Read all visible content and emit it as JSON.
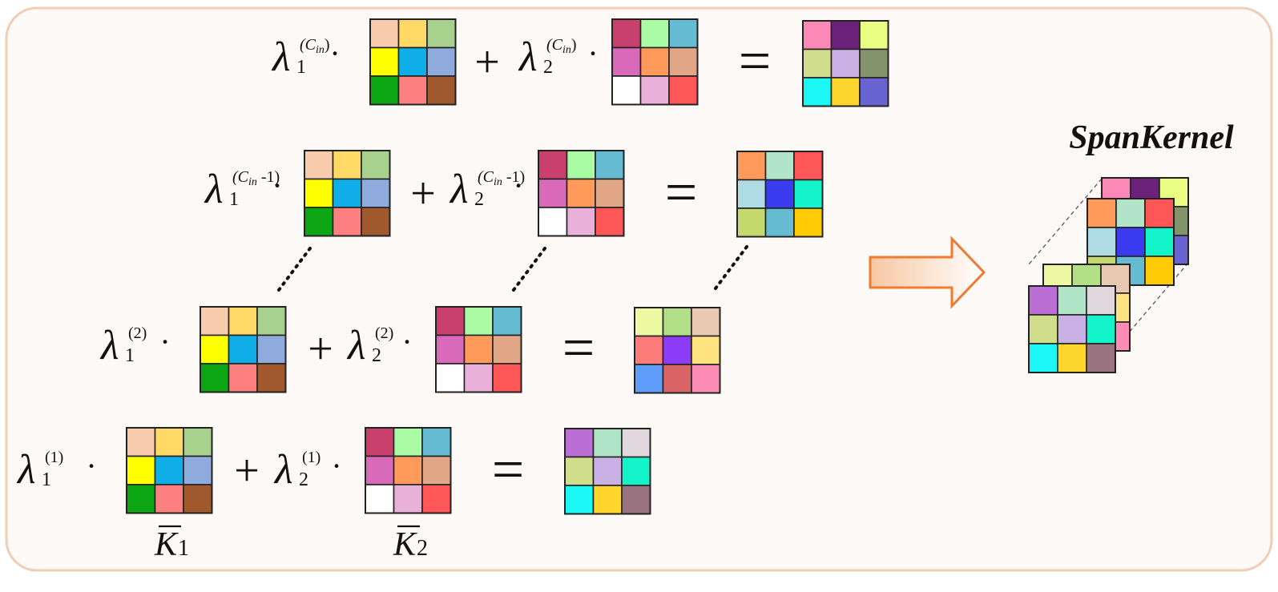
{
  "colors": {
    "panel_fill": "#FDF9F6",
    "panel_stroke": "#F0CDB5",
    "arrow_stroke": "#EE7B30",
    "arrow_fill_start": "#F7C7A3",
    "arrow_fill_end": "#FFFFFF",
    "grid_stroke": "#222222"
  },
  "symbols": {
    "lambda": "λ",
    "sub1": "1",
    "sub2": "2",
    "dot": "·",
    "plus": "+",
    "equals": "=",
    "ellipsis": "⋰"
  },
  "rows": [
    {
      "id": "row-cin",
      "sup1": "(C",
      "sup1_sub": "in",
      "sup1_tail": ")",
      "sup2": "(C",
      "sup2_sub": "in",
      "sup2_tail": ")"
    },
    {
      "id": "row-cin-minus-1",
      "sup1": "(C",
      "sup1_sub": "in",
      "sup1_tail": " -1)",
      "sup2": "(C",
      "sup2_sub": "in",
      "sup2_tail": " -1)"
    },
    {
      "id": "row-2",
      "sup1": "(2)",
      "sup1_sub": "",
      "sup1_tail": "",
      "sup2": "(2)",
      "sup2_sub": "",
      "sup2_tail": ""
    },
    {
      "id": "row-1",
      "sup1": "(1)",
      "sup1_sub": "",
      "sup1_tail": "",
      "sup2": "(1)",
      "sup2_sub": "",
      "sup2_tail": ""
    }
  ],
  "basis_labels": {
    "k1_letter": "K",
    "k1_sub": "1",
    "k2_letter": "K",
    "k2_sub": "2"
  },
  "output_title": "SpanKernel",
  "kernels": {
    "k1": [
      "#F8CBAD",
      "#FFD966",
      "#A9D18E",
      "#FFFF00",
      "#0FAEE8",
      "#8FAADC",
      "#0CA514",
      "#FF8080",
      "#A0582D"
    ],
    "k2": [
      "#C93F6E",
      "#A9FBA4",
      "#65BBD1",
      "#D969B9",
      "#FF9A5A",
      "#E0A685",
      "#FFFFFF",
      "#E9B0DA",
      "#FF5658"
    ],
    "r1": [
      "#FC88B8",
      "#6C227B",
      "#EAFD83",
      "#D0DD8B",
      "#C9B1E5",
      "#83946C",
      "#1AF7F4",
      "#FED52C",
      "#6A64D2"
    ],
    "r2": [
      "#FF9A5A",
      "#B1E4C9",
      "#FF5658",
      "#AFDBE5",
      "#3B3BF0",
      "#14F4CB",
      "#C4D86D",
      "#65BBD1",
      "#FFCB05"
    ],
    "r3": [
      "#EEF9A4",
      "#B2DE87",
      "#E8C8B0",
      "#FC7B7B",
      "#8C3CF6",
      "#FFE37F",
      "#5E9EFA",
      "#D96466",
      "#FE8DB5"
    ],
    "r4": [
      "#BB6FD5",
      "#AFE4C6",
      "#E1D8DE",
      "#D0DD8B",
      "#C9B1E5",
      "#14F4CB",
      "#1AF7F4",
      "#FED52C",
      "#9A7380"
    ]
  }
}
